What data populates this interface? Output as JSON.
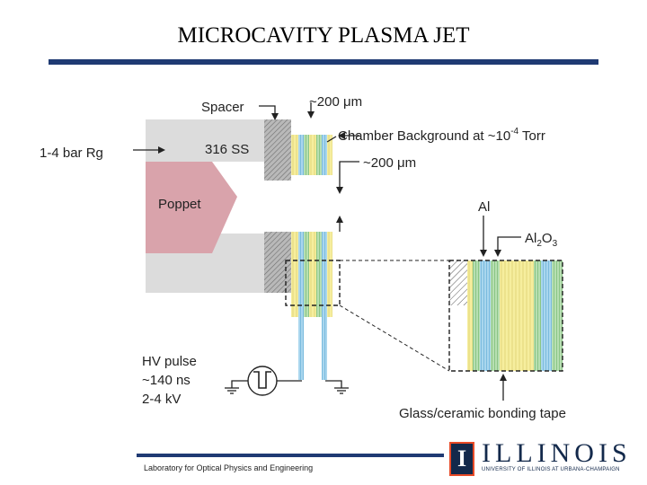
{
  "title": "MICROCAVITY PLASMA JET",
  "labels": {
    "spacer": "Spacer",
    "gap_top": "~200 μm",
    "chamber_prefix": "Chamber Background at ~10",
    "chamber_exp": "-4",
    "chamber_suffix": " Torr",
    "gap_mid": "~200   μm",
    "gas_inlet": "1-4 bar Rg",
    "steel": "316 SS",
    "poppet": "Poppet",
    "al": "Al",
    "al2o3_a": "Al",
    "al2o3_sub2": "2",
    "al2o3_b": "O",
    "al2o3_sub3": "3",
    "hv1": "HV pulse",
    "hv2": "~140 ns",
    "hv3": "2-4 kV",
    "glass_tape": "Glass/ceramic bonding tape"
  },
  "footer": {
    "lab": "Laboratory for Optical Physics and Engineering"
  },
  "logo": {
    "block": "I",
    "word": "ILLINOIS",
    "sub": "UNIVERSITY OF ILLINOIS AT URBANA-CHAMPAIGN"
  },
  "colors": {
    "accent_navy": "#1f3a73",
    "poppet": "#d9a3ab",
    "steel": "#dadada",
    "spacer": "#a8a8a8",
    "aluminum": "#9fd0ea",
    "alumina": "#a8d8a8",
    "glass_tape": "#f5ec9a",
    "logo_orange": "#e84a27"
  }
}
